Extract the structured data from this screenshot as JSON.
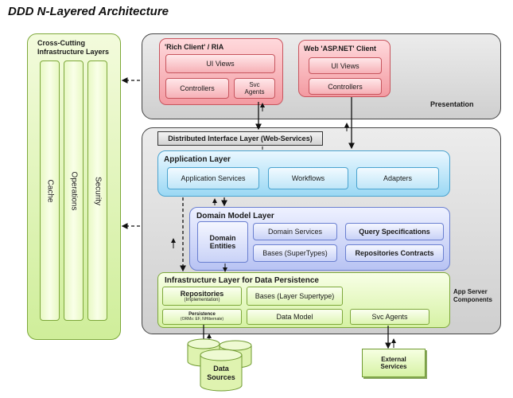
{
  "title": "DDD N-Layered Architecture",
  "cross_cutting": {
    "title": "Cross-Cutting Infrastructure Layers",
    "columns": [
      "Cache",
      "Operations",
      "Security"
    ]
  },
  "presentation": {
    "label": "Presentation",
    "rich_client": {
      "title": "'Rich Client' / RIA",
      "ui_views": "UI Views",
      "controllers": "Controllers",
      "svc_agents": "Svc Agents"
    },
    "web_client": {
      "title": "Web 'ASP.NET' Client",
      "ui_views": "UI Views",
      "controllers": "Controllers"
    }
  },
  "distributed_interface": "Distributed Interface Layer (Web-Services)",
  "app_server_label": "App Server Components",
  "application_layer": {
    "title": "Application Layer",
    "items": [
      "Application Services",
      "Workflows",
      "Adapters"
    ]
  },
  "domain_layer": {
    "title": "Domain Model Layer",
    "entities": "Domain Entities",
    "services": "Domain Services",
    "bases": "Bases (SuperTypes)",
    "query_specs": "Query Specifications",
    "repo_contracts": "Repositories Contracts"
  },
  "infra_layer": {
    "title": "Infrastructure Layer for Data Persistence",
    "repositories": "Repositories",
    "repositories_sub": "(Implementation)",
    "bases": "Bases (Layer Supertype)",
    "persistence": "Persistence",
    "persistence_sub": "(ORMs: EF, NHibernate)",
    "data_model": "Data Model",
    "svc_agents": "Svc Agents"
  },
  "data_sources": "Data Sources",
  "external_services": "External Services"
}
